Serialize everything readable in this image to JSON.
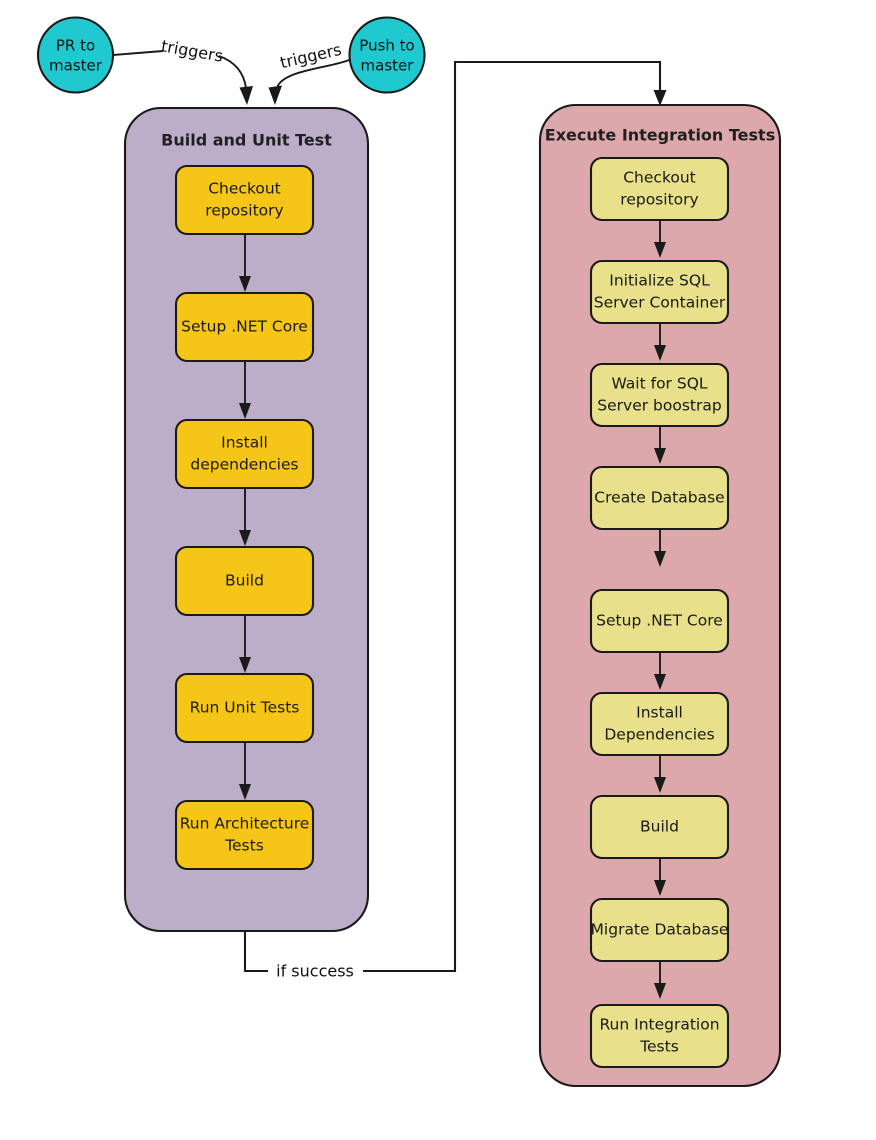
{
  "diagram": {
    "title": "CI/CD pipeline flowchart",
    "background": "#ffffff"
  },
  "colors": {
    "trigger_circle_fill": "#20c9d0",
    "build_cluster_fill": "#bcadc8",
    "integration_cluster_fill": "#dda8ac",
    "build_step_fill": "#f5c518",
    "integration_step_fill": "#e8e08a",
    "stroke": "#1a1a1a",
    "text": "#111111"
  },
  "triggers": [
    {
      "id": "pr-to-master",
      "line1": "PR to",
      "line2": "master",
      "edge_label": "triggers"
    },
    {
      "id": "push-to-master",
      "line1": "Push to",
      "line2": "master",
      "edge_label": "triggers"
    }
  ],
  "clusters": [
    {
      "id": "build-and-unit-test",
      "title": "Build and Unit Test",
      "steps": [
        {
          "id": "checkout-repository",
          "line1": "Checkout",
          "line2": "repository"
        },
        {
          "id": "setup-dotnet-core",
          "line1": "Setup .NET Core",
          "line2": ""
        },
        {
          "id": "install-dependencies",
          "line1": "Install",
          "line2": "dependencies"
        },
        {
          "id": "build",
          "line1": "Build",
          "line2": ""
        },
        {
          "id": "run-unit-tests",
          "line1": "Run Unit Tests",
          "line2": ""
        },
        {
          "id": "run-architecture-tests",
          "line1": "Run Architecture",
          "line2": "Tests"
        }
      ]
    },
    {
      "id": "execute-integration-tests",
      "title": "Execute Integration Tests",
      "steps": [
        {
          "id": "checkout-repository-2",
          "line1": "Checkout",
          "line2": "repository"
        },
        {
          "id": "initialize-sql-server-container",
          "line1": "Initialize SQL",
          "line2": "Server Container"
        },
        {
          "id": "wait-for-sql-server-boostrap",
          "line1": "Wait for SQL",
          "line2": "Server boostrap"
        },
        {
          "id": "create-database",
          "line1": "Create Database",
          "line2": ""
        },
        {
          "id": "setup-dotnet-core-2",
          "line1": "Setup .NET Core",
          "line2": ""
        },
        {
          "id": "install-dependencies-2",
          "line1": "Install",
          "line2": "Dependencies"
        },
        {
          "id": "build-2",
          "line1": "Build",
          "line2": ""
        },
        {
          "id": "migrate-database",
          "line1": "Migrate Database",
          "line2": ""
        },
        {
          "id": "run-integration-tests",
          "line1": "Run Integration",
          "line2": "Tests"
        }
      ]
    }
  ],
  "connectors": [
    {
      "id": "if-success",
      "label": "if success"
    }
  ]
}
